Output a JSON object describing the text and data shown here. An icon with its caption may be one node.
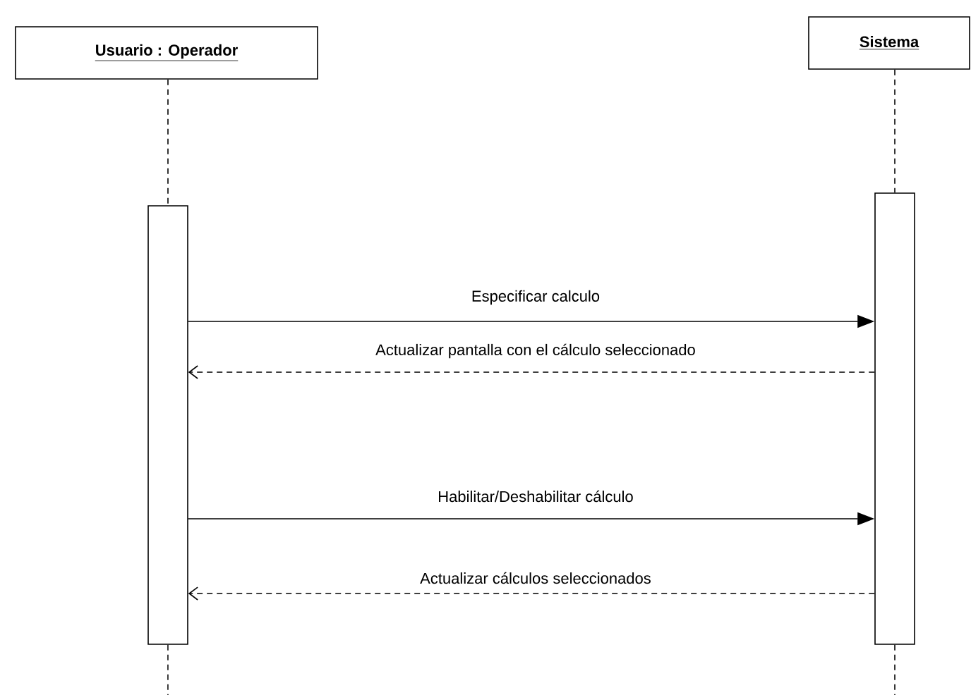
{
  "diagram": {
    "nodes": [
      {
        "text": [
          "Usuario : Operador"
        ]
      },
      {
        "text": [
          "Sistema"
        ]
      },
      {
        "text": [],
        "shape": "bar"
      },
      {
        "text": [],
        "shape": "bar"
      }
    ],
    "edges": [
      {
        "from": 0,
        "to": 2,
        "arrow": "none",
        "style": "dashed"
      },
      {
        "from": 1,
        "to": 3,
        "arrow": "none",
        "style": "dashed"
      },
      {
        "from": 2,
        "to": null,
        "arrow": "none",
        "style": "dashed"
      },
      {
        "from": 3,
        "to": null,
        "arrow": "none",
        "style": "dashed"
      },
      {
        "from": 2,
        "to": 3,
        "arrow": "to",
        "label": "Especificar calculo"
      },
      {
        "from": 3,
        "to": 2,
        "arrow": "to",
        "style": "dashed",
        "label": "Actualizar pantalla con el cálculo seleccionado"
      },
      {
        "from": 2,
        "to": 3,
        "arrow": "to",
        "label": "Habilitar/Deshabilitar cálculo"
      },
      {
        "from": 3,
        "to": 2,
        "arrow": "to",
        "style": "dashed",
        "label": "Actualizar cálculos seleccionados"
      }
    ]
  }
}
